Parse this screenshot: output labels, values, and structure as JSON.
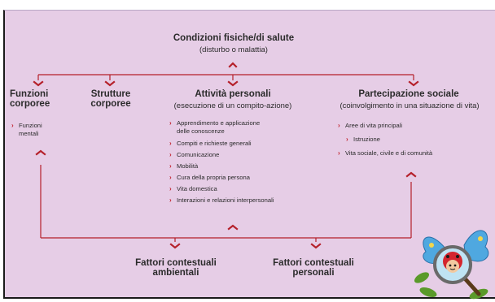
{
  "colors": {
    "background": "#e6cde6",
    "accent": "#b5202a",
    "text": "#2b2b2b"
  },
  "health": {
    "title": "Condizioni fisiche/di salute",
    "subtitle": "(disturbo o malattia)"
  },
  "body_functions": {
    "title_line1": "Funzioni",
    "title_line2": "corporee",
    "items": [
      {
        "line1": "Funzioni",
        "line2": "mentali"
      }
    ]
  },
  "body_structures": {
    "title_line1": "Strutture",
    "title_line2": "corporee"
  },
  "activities": {
    "title": "Attività personali",
    "subtitle": "(esecuzione di un compito-azione)",
    "items": [
      {
        "line1": "Apprendimento e applicazione",
        "line2": "delle conoscenze"
      },
      {
        "line1": "Compiti e richieste generali"
      },
      {
        "line1": "Comunicazione"
      },
      {
        "line1": "Mobilità"
      },
      {
        "line1": "Cura della propria persona"
      },
      {
        "line1": "Vita domestica"
      },
      {
        "line1": "Interazioni e relazioni interpersonali"
      }
    ]
  },
  "participation": {
    "title": "Partecipazione sociale",
    "subtitle": "(coinvolgimento in una situazione di vita)",
    "items": [
      {
        "line1": "Aree di vita principali"
      },
      {
        "line1": "Istruzione"
      },
      {
        "line1": "Vita sociale, civile e di comunità"
      }
    ]
  },
  "env_factors": {
    "title_line1": "Fattori contestuali",
    "title_line2": "ambientali"
  },
  "personal_factors": {
    "title_line1": "Fattori contestuali",
    "title_line2": "personali"
  },
  "icons": {
    "arrow_down": "chevron-down-icon",
    "arrow_up": "chevron-up-icon",
    "bullet": "chevron-right-icon",
    "mascot": "fairy-magnifier-illustration"
  }
}
